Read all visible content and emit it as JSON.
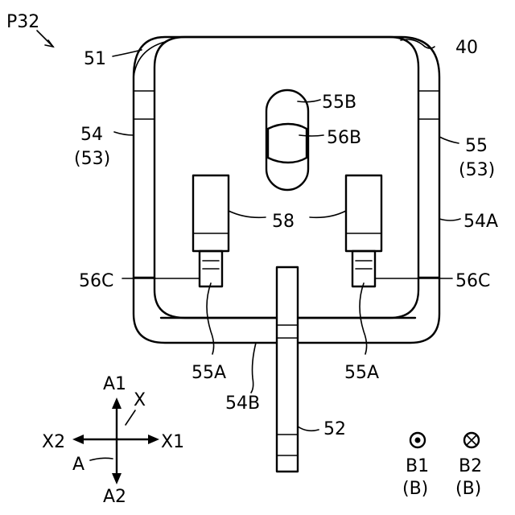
{
  "figure_label": "P32",
  "labels": {
    "l51": "51",
    "l40": "40",
    "l55B": "55B",
    "l56B": "56B",
    "l54": "54",
    "l53a": "(53)",
    "l55": "55",
    "l53b": "(53)",
    "l58": "58",
    "l54A": "54A",
    "l56C_left": "56C",
    "l56C_right": "56C",
    "l55A_left": "55A",
    "l55A_right": "55A",
    "l54B": "54B",
    "l52": "52"
  },
  "axes": {
    "a1": "A1",
    "a2": "A2",
    "x": "X",
    "x1": "X1",
    "x2": "X2",
    "a": "A"
  },
  "legend": {
    "b1": "B1",
    "b1_sub": "(B)",
    "b2": "B2",
    "b2_sub": "(B)"
  }
}
